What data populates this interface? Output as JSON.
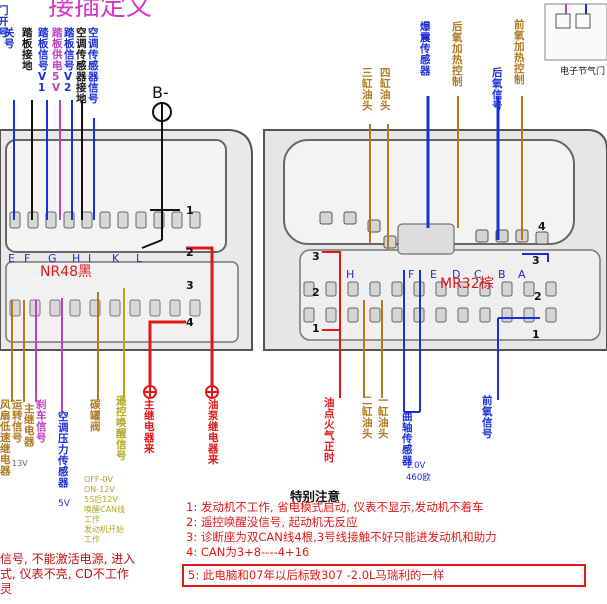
{
  "header": {
    "title": "接插定义",
    "legend_caption": "电子节气门"
  },
  "left_connector": {
    "name": "NR48黑",
    "bminus": "B-",
    "pin_letters": [
      "E",
      "F",
      "G",
      "H",
      "I",
      "K",
      "L"
    ],
    "pin_numbers": [
      "1",
      "2",
      "3",
      "4"
    ],
    "top_labels": [
      {
        "text": "门开号",
        "color": "#1a2fd8"
      },
      {
        "text": "关号",
        "color": "#1a2fd8"
      },
      {
        "text": "踏板接地",
        "color": "#111111"
      },
      {
        "text": "踏板信号V1",
        "color": "#1a2fd8"
      },
      {
        "text": "踏板供电5V",
        "color": "#c040c0"
      },
      {
        "text": "踏板信号V2",
        "color": "#1a2fd8"
      },
      {
        "text": "空调传感器接地",
        "color": "#111111"
      },
      {
        "text": "空调传感器信号",
        "color": "#1a2fd8"
      }
    ],
    "bottom_labels": [
      {
        "text": "风扇低速继电器",
        "color": "#b07a20"
      },
      {
        "text": "运转信号",
        "color": "#b07a20"
      },
      {
        "text": "主继电器",
        "color": "#b07a20"
      },
      {
        "text": "刹车信号",
        "color": "#c040c0"
      },
      {
        "text": "空调压力传感器",
        "color": "#1a2fd8"
      },
      {
        "text": "碳罐阀",
        "color": "#b07a20"
      },
      {
        "text": "遥控唤醒信号",
        "color": "#b0a820"
      },
      {
        "text": "主继电器来",
        "color": "#e01818"
      },
      {
        "text": "油泵继电器来",
        "color": "#e01818"
      }
    ],
    "small_values": {
      "v13": "13V",
      "v5": "5V",
      "off": "OFF-0V",
      "on": "ON-12V",
      "wake": "5S后12V",
      "wake2": "唤醒CAN线",
      "wake3": "工作",
      "start": "发动机开始",
      "start2": "工作"
    }
  },
  "right_connector": {
    "name": "MR32棕",
    "pin_letters": [
      "H",
      "F",
      "E",
      "D",
      "C",
      "B",
      "A"
    ],
    "pin_numbers_left": [
      "3",
      "2",
      "1"
    ],
    "pin_numbers_right": [
      "4",
      "3",
      "2",
      "1"
    ],
    "top_labels": [
      {
        "text": "三缸油头",
        "color": "#b07a20"
      },
      {
        "text": "四缸油头",
        "color": "#b07a20"
      },
      {
        "text": "爆震传感器",
        "color": "#1a2fd8"
      },
      {
        "text": "后氧加热控制",
        "color": "#b07a20"
      },
      {
        "text": "后氧信号",
        "color": "#1a2fd8"
      },
      {
        "text": "前氧加热控制",
        "color": "#b07a20"
      }
    ],
    "bottom_labels": [
      {
        "text": "油点火气正时",
        "color": "#e01818"
      },
      {
        "text": "二缸油头",
        "color": "#b07a20"
      },
      {
        "text": "一缸油头",
        "color": "#b07a20"
      },
      {
        "text": "曲轴传感器",
        "color": "#1a2fd8"
      },
      {
        "text": "前氧信号",
        "color": "#1a2fd8"
      }
    ],
    "small_values": {
      "v1": "1.0V",
      "v2": "460欧"
    }
  },
  "notes": {
    "title": "特别注意",
    "items": [
      "1: 发动机不工作, 省电模式启动, 仪表不显示,发动机不着车",
      "2: 遥控唤醒没信号, 起动机无反应",
      "3: 诊断座为双CAN线4根,3号线接触不好只能进发动机和助力",
      "4: CAN为3+8----4+16",
      "5: 此电脑和07年以后标致307 -2.0L马瑞利的一样"
    ]
  },
  "bottom_left": {
    "lines": [
      "信号, 不能激活电源, 进入",
      "式, 仪表不亮, CD不工作",
      "灵"
    ]
  }
}
